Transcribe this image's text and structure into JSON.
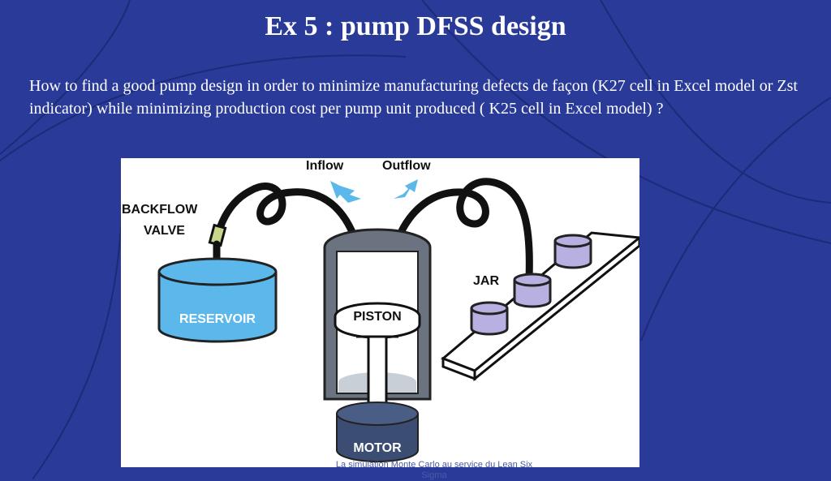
{
  "slide": {
    "title": "Ex 5 : pump DFSS design",
    "question": "How to find a good pump design in order to minimize manufacturing defects de façon (K27 cell in Excel model or Zst indicator) while minimizing production cost per pump unit produced ( K25 cell in Excel model)  ?",
    "footer_line1": "La simulation Monte Carlo au service du Lean Six",
    "footer_line2": "Sigma"
  },
  "diagram": {
    "inflow_label": "Inflow",
    "outflow_label": "Outflow",
    "backflow_label_line1": "BACKFLOW",
    "backflow_label_line2": "VALVE",
    "reservoir_label": "RESERVOIR",
    "piston_label": "PISTON",
    "motor_label": "MOTOR",
    "jar_label": "JAR"
  },
  "colors": {
    "background": "#2a3a99",
    "reservoir": "#5cb8ea",
    "jar": "#b9b0e2",
    "pump_body": "#6b7280",
    "motor": "#3b4d72",
    "arrow": "#5cb8ea"
  }
}
